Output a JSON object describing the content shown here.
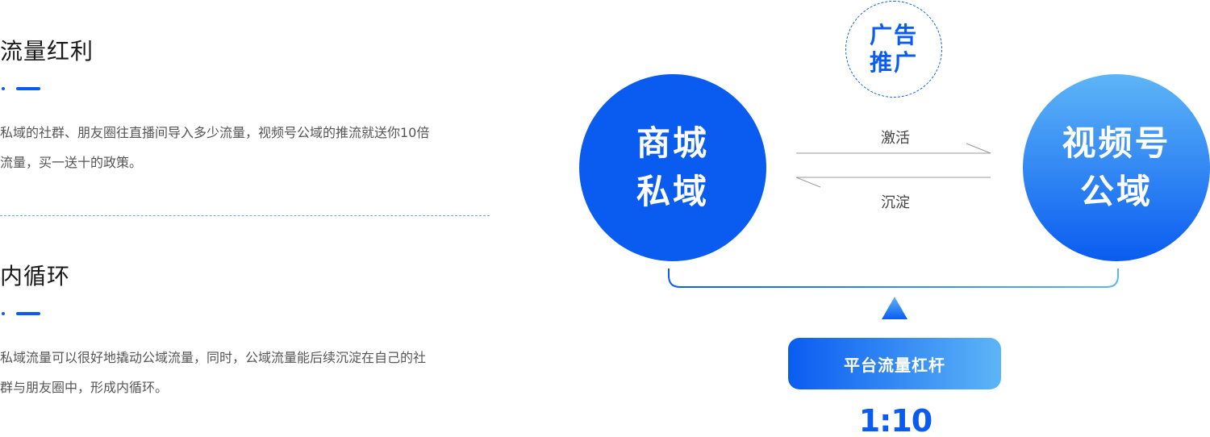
{
  "sections": [
    {
      "title": "流量红利",
      "lines": [
        "私域的社群、朋友圈往直播间导入多少流量，视频号公域的推流就送你10倍",
        "流量，买一送十的政策。"
      ]
    },
    {
      "title": "内循环",
      "lines": [
        "私域流量可以很好地撬动公域流量，同时，公域流量能后续沉淀在自己的社",
        "群与朋友圈中，形成内循环。"
      ]
    }
  ],
  "diagram": {
    "left_node": [
      "商城",
      "私域"
    ],
    "right_node": [
      "视频号",
      "公域"
    ],
    "top_node": [
      "广告",
      "推广"
    ],
    "arrow_forward_label": "激活",
    "arrow_back_label": "沉淀",
    "lever_label": "平台流量杠杆",
    "ratio": "1:10"
  },
  "colors": {
    "primary": "#0a5cf0",
    "light": "#5db5f7",
    "heading": "#1a1a1a",
    "body": "#555555"
  }
}
